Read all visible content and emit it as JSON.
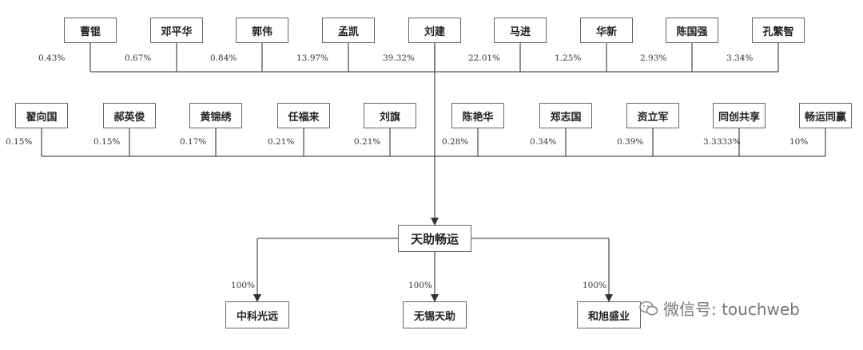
{
  "shareholders_row1": [
    {
      "name": "曹锟",
      "pct": "0.43%"
    },
    {
      "name": "邓平华",
      "pct": "0.67%"
    },
    {
      "name": "郭伟",
      "pct": "0.84%"
    },
    {
      "name": "孟凯",
      "pct": "13.97%"
    },
    {
      "name": "刘建",
      "pct": "39.32%"
    },
    {
      "name": "马进",
      "pct": "22.01%"
    },
    {
      "name": "华新",
      "pct": "1.25%"
    },
    {
      "name": "陈国强",
      "pct": "2.93%"
    },
    {
      "name": "孔繁智",
      "pct": "3.34%"
    }
  ],
  "shareholders_row2": [
    {
      "name": "翟向国",
      "pct": "0.15%"
    },
    {
      "name": "郝英俊",
      "pct": "0.15%"
    },
    {
      "name": "黄锦绣",
      "pct": "0.17%"
    },
    {
      "name": "任福来",
      "pct": "0.21%"
    },
    {
      "name": "刘旗",
      "pct": "0.21%"
    },
    {
      "name": "陈艳华",
      "pct": "0.28%"
    },
    {
      "name": "郑志国",
      "pct": "0.34%"
    },
    {
      "name": "资立军",
      "pct": "0.39%"
    },
    {
      "name": "同创共享",
      "pct": "3.3333%"
    },
    {
      "name": "畅运同赢",
      "pct": "10%"
    }
  ],
  "center_company": "天助畅运",
  "subsidiaries": [
    {
      "name": "中科光远",
      "pct": "100%"
    },
    {
      "name": "无锡天助",
      "pct": "100%"
    },
    {
      "name": "和旭盛业",
      "pct": "100%"
    }
  ],
  "watermark": "微信号: touchweb"
}
